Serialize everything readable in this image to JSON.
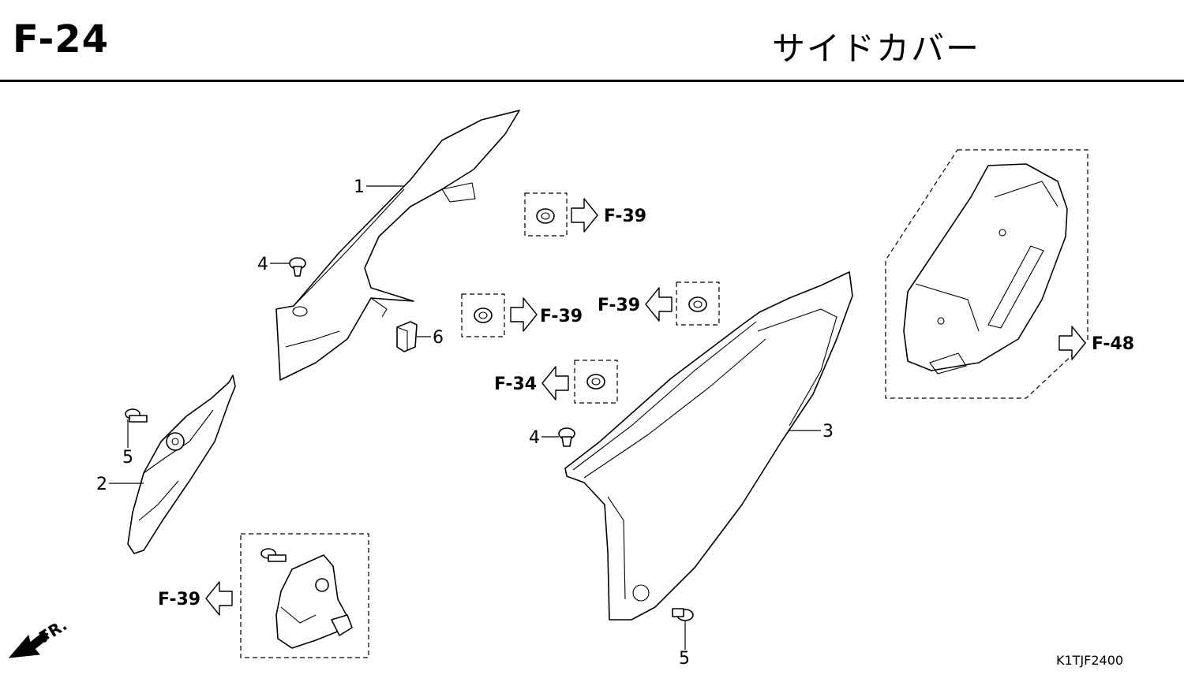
{
  "header": {
    "section_code": "F-24",
    "title": "サイドカバー"
  },
  "callouts": {
    "c1": "1",
    "c2": "2",
    "c3": "3",
    "c4a": "4",
    "c4b": "4",
    "c5a": "5",
    "c5b": "5",
    "c6": "6"
  },
  "references": {
    "r_f39_top": "F-39",
    "r_f39_mid_left": "F-39",
    "r_f39_mid_right": "F-39",
    "r_f34": "F-34",
    "r_f48": "F-48",
    "r_f39_bottom": "F-39"
  },
  "orientation": {
    "label": "FR."
  },
  "drawing_code": "K1TJF2400",
  "icons": {
    "front_direction": "fr-arrow-icon",
    "reference_arrow": "outline-arrow-icon",
    "grommet": "grommet-icon"
  }
}
